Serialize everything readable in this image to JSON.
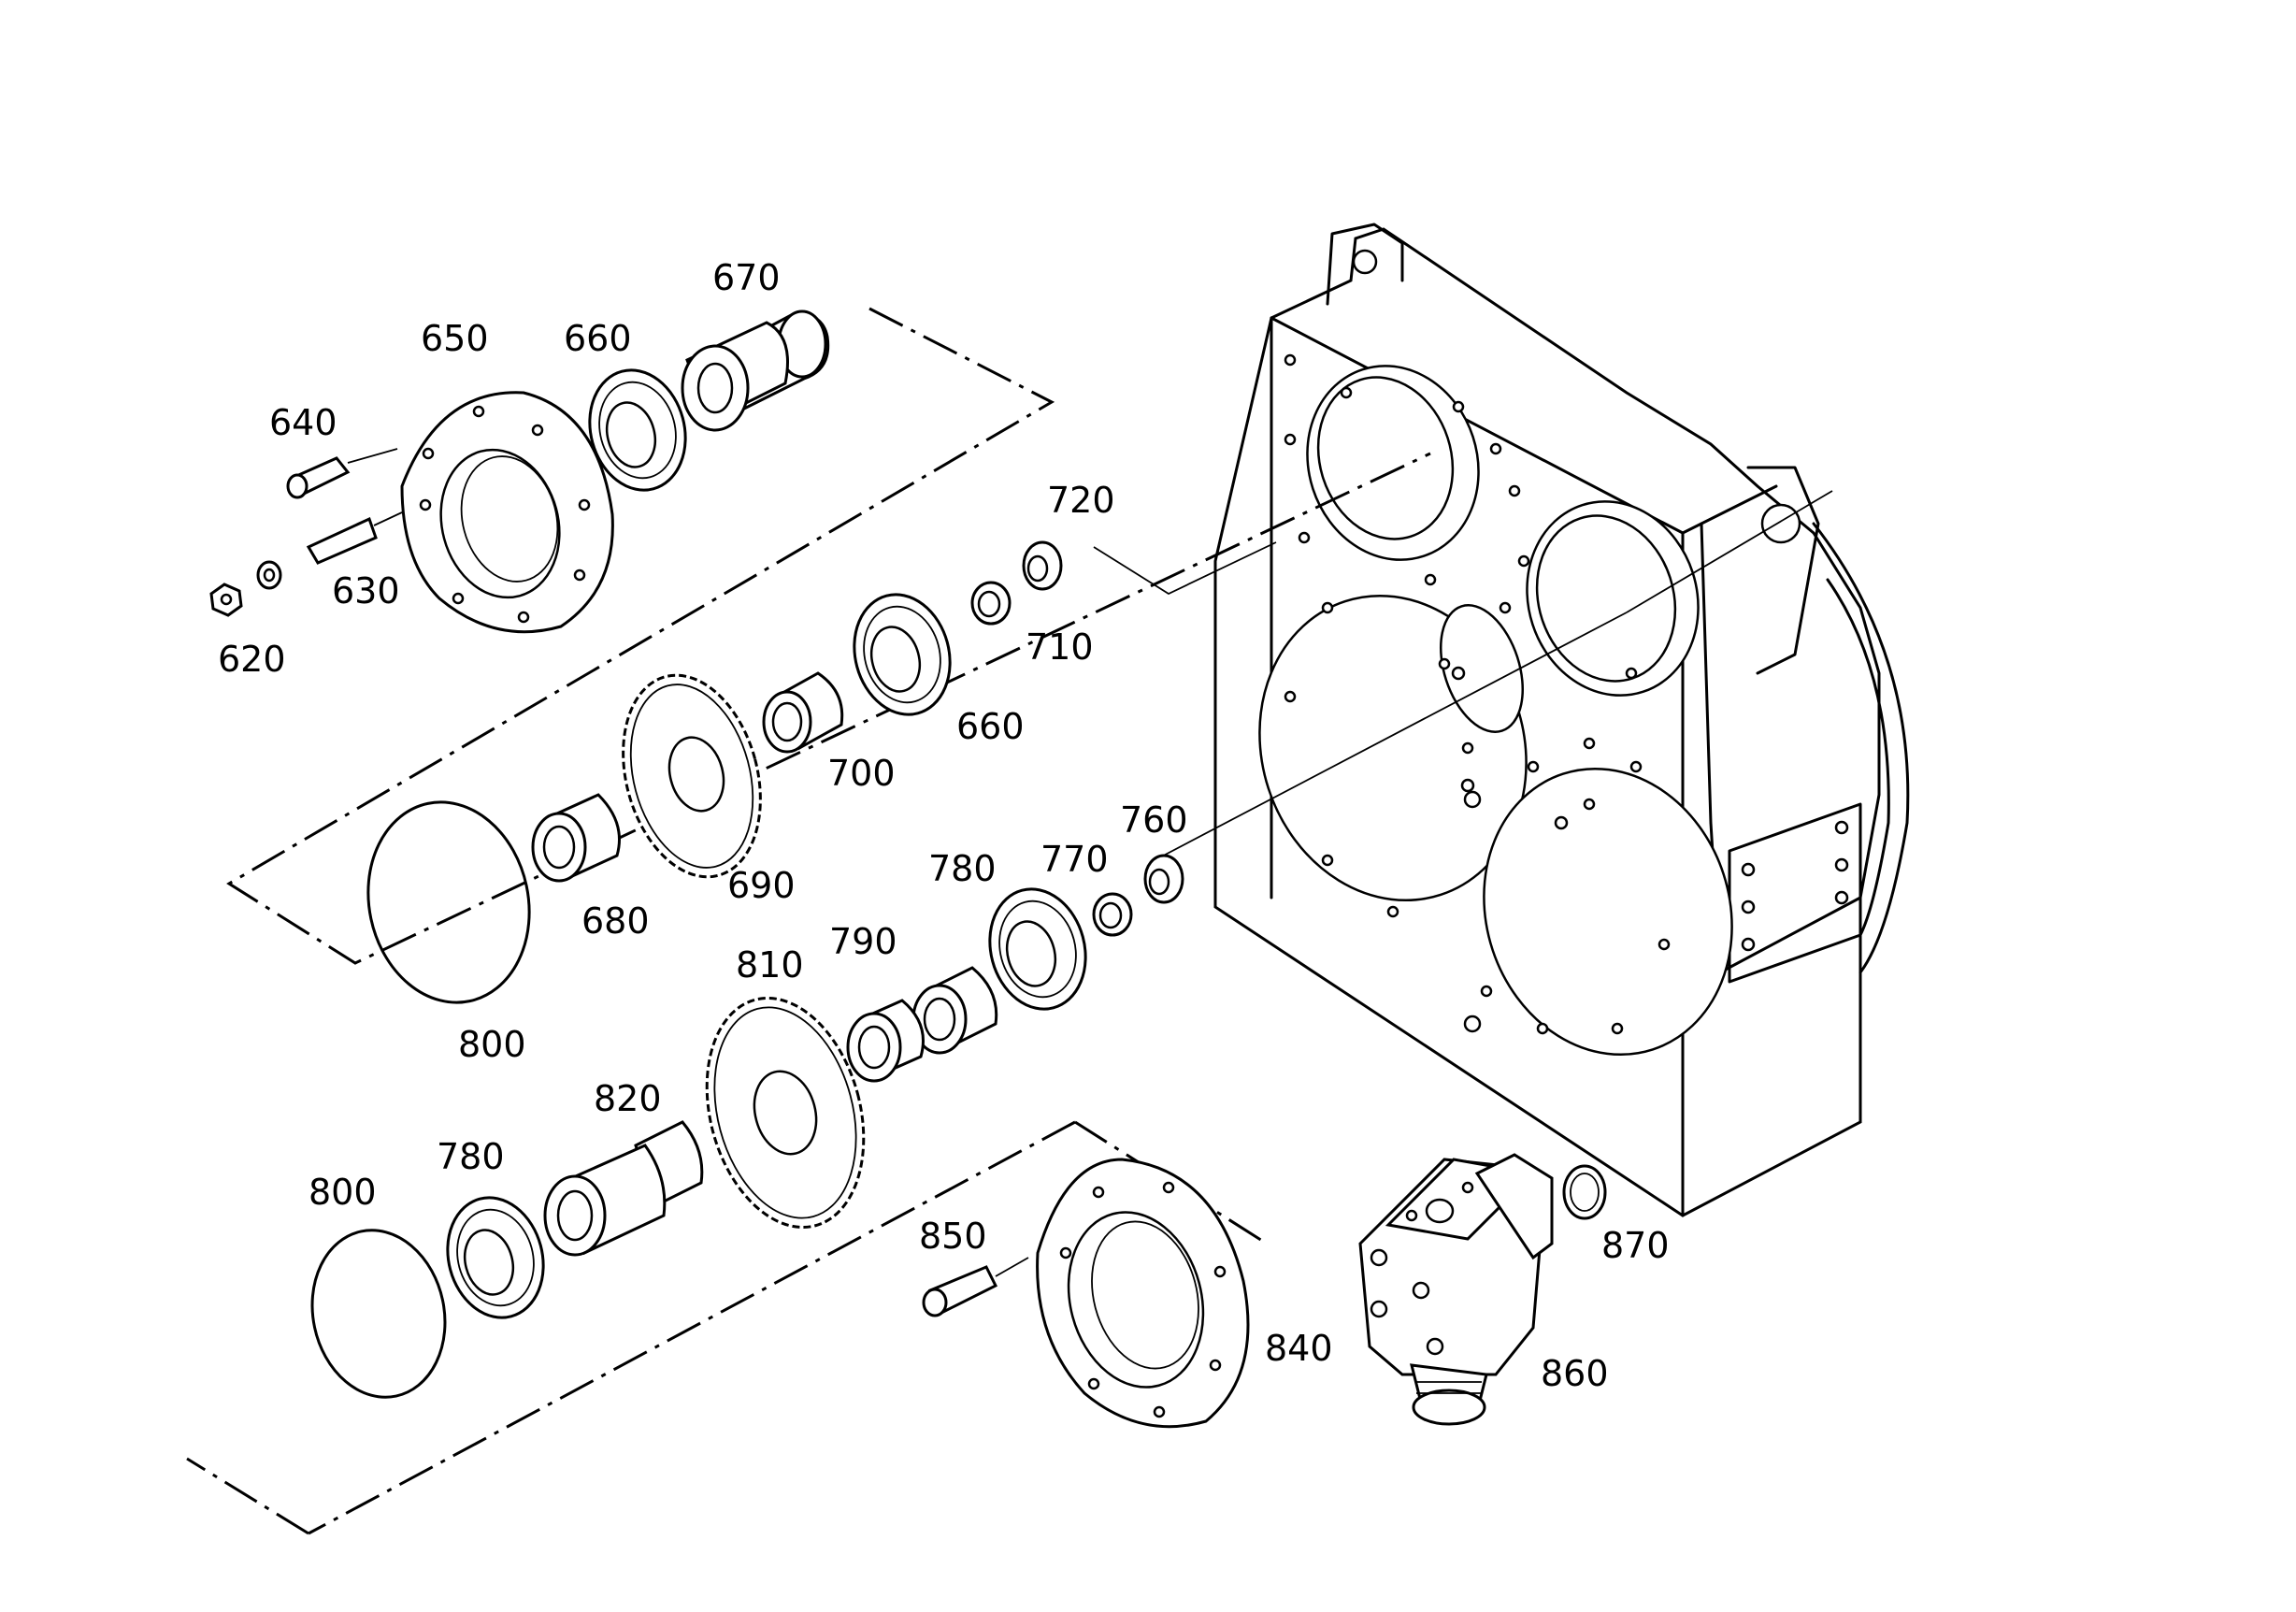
{
  "callouts": [
    {
      "id": "c670",
      "text": "670"
    },
    {
      "id": "c650",
      "text": "650"
    },
    {
      "id": "c660a",
      "text": "660"
    },
    {
      "id": "c640",
      "text": "640"
    },
    {
      "id": "c630",
      "text": "630"
    },
    {
      "id": "c620",
      "text": "620"
    },
    {
      "id": "c720",
      "text": "720"
    },
    {
      "id": "c710",
      "text": "710"
    },
    {
      "id": "c660b",
      "text": "660"
    },
    {
      "id": "c700",
      "text": "700"
    },
    {
      "id": "c690",
      "text": "690"
    },
    {
      "id": "c680",
      "text": "680"
    },
    {
      "id": "c800a",
      "text": "800"
    },
    {
      "id": "c760",
      "text": "760"
    },
    {
      "id": "c770",
      "text": "770"
    },
    {
      "id": "c780a",
      "text": "780"
    },
    {
      "id": "c790",
      "text": "790"
    },
    {
      "id": "c810",
      "text": "810"
    },
    {
      "id": "c820",
      "text": "820"
    },
    {
      "id": "c780b",
      "text": "780"
    },
    {
      "id": "c800b",
      "text": "800"
    },
    {
      "id": "c850",
      "text": "850"
    },
    {
      "id": "c840",
      "text": "840"
    },
    {
      "id": "c860",
      "text": "860"
    },
    {
      "id": "c870",
      "text": "870"
    }
  ]
}
